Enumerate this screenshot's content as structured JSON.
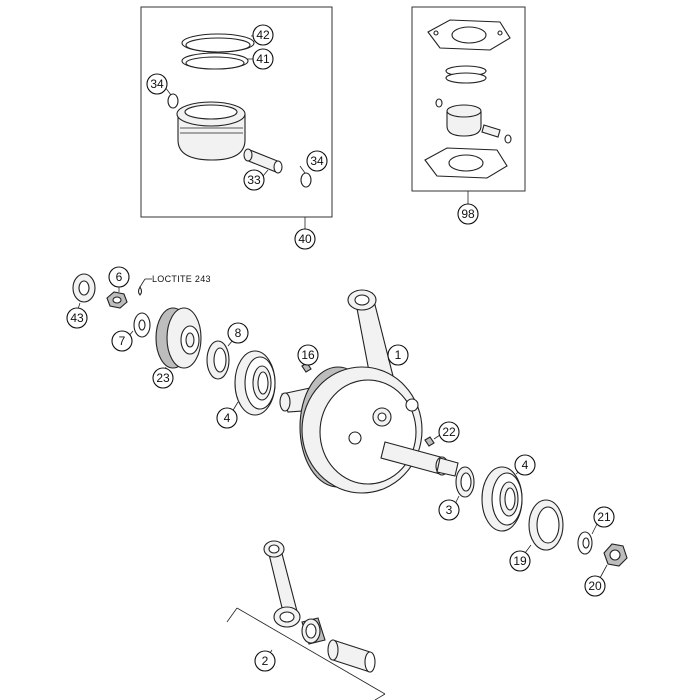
{
  "callouts": {
    "c42": "42",
    "c41": "41",
    "c34a": "34",
    "c34b": "34",
    "c33": "33",
    "c40": "40",
    "c98": "98",
    "c6": "6",
    "c43": "43",
    "c7": "7",
    "c23": "23",
    "c8": "8",
    "c4a": "4",
    "c16": "16",
    "c1": "1",
    "c22": "22",
    "c4b": "4",
    "c3": "3",
    "c19": "19",
    "c21": "21",
    "c20": "20",
    "c2": "2"
  },
  "notes": {
    "loctite": "LOCTITE 243"
  }
}
